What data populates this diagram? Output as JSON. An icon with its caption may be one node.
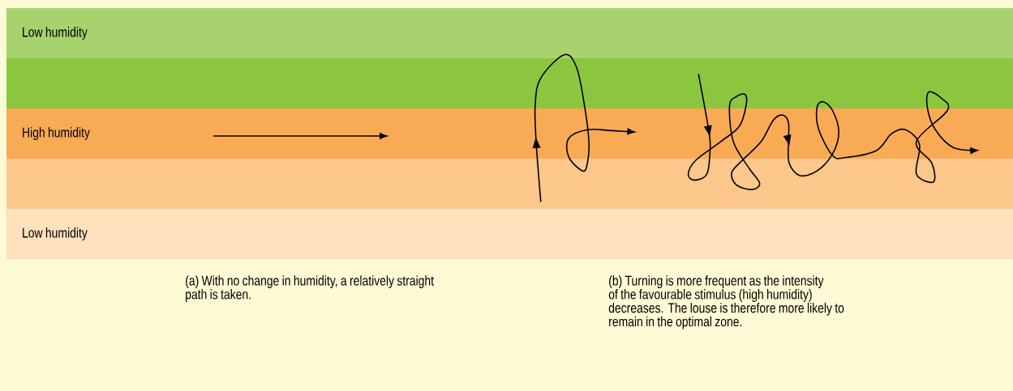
{
  "diagram": {
    "nodes": [
      {
        "text": [
          "Low humidity"
        ]
      },
      {
        "text": [],
        "shape": "band"
      },
      {
        "text": [
          "High humidity"
        ]
      },
      {
        "text": [],
        "shape": "band"
      },
      {
        "text": [
          "Low humidity"
        ]
      }
    ],
    "labels": [
      "(a) With no change in humidity, a relatively straight path is taken.",
      "(b) Turning is more frequent as the intensity of the favourable stimulus (high humidity) decreases. The louse is therefore more likely to remain in the optimal zone."
    ]
  }
}
